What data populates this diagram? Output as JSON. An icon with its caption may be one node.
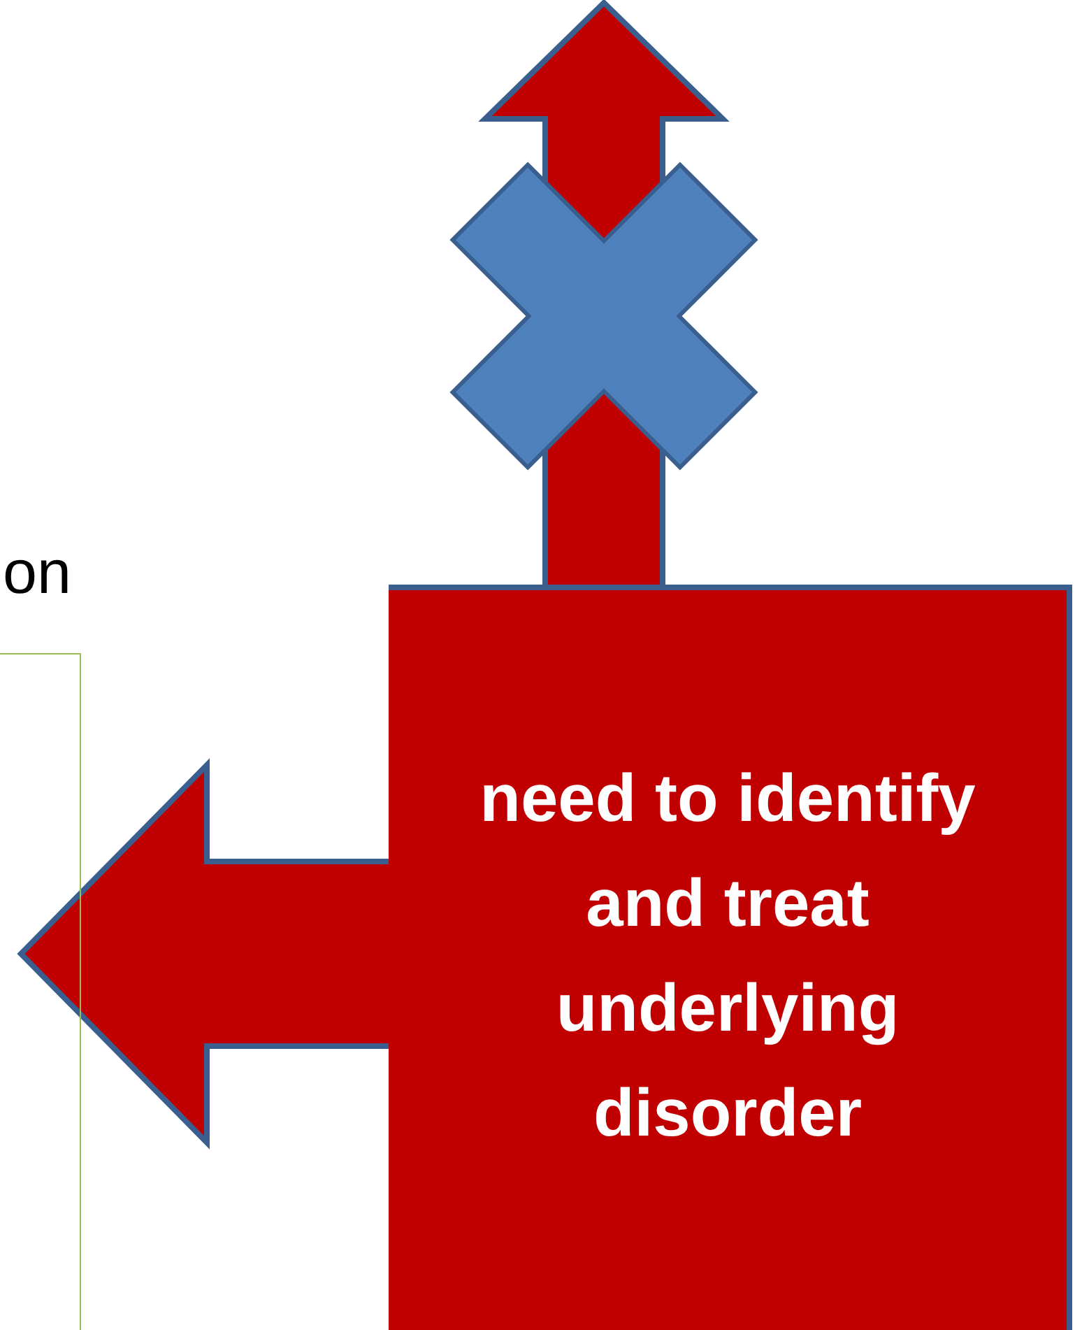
{
  "diagram": {
    "nodes": [
      {
        "text": [
          "need to identify and treat underlying disorder"
        ]
      },
      {
        "text": [],
        "shape": "box"
      }
    ],
    "edges": [
      {
        "from": 0,
        "to": null,
        "arrow": "to",
        "style": "thick"
      },
      {
        "from": 0,
        "to": 1,
        "arrow": "to",
        "style": "thick"
      }
    ],
    "labels": [
      "on"
    ]
  }
}
